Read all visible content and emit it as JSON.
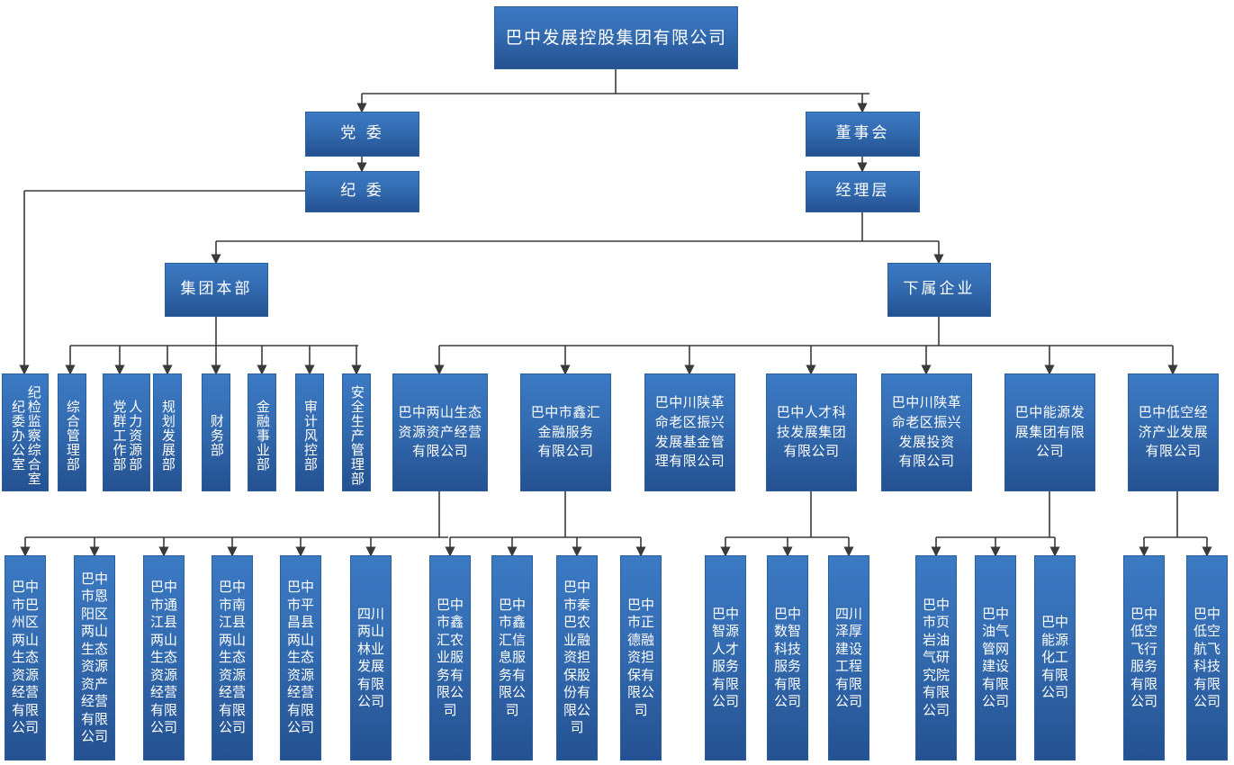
{
  "colors": {
    "node_top": "#3c7ac4",
    "node_bottom": "#245191",
    "node_border": "#2a5f9e",
    "text": "#ffffff",
    "connector": "#404040",
    "background": "#ffffff"
  },
  "root": {
    "label": "巴中发展控股集团有限公司"
  },
  "level2": {
    "party": {
      "label": "党 委"
    },
    "discipline": {
      "label": "纪 委"
    },
    "board": {
      "label": "董事会"
    },
    "management": {
      "label": "经理层"
    }
  },
  "level3": {
    "headquarters": {
      "label": "集团本部"
    },
    "subsidiaries": {
      "label": "下属企业"
    }
  },
  "departments": [
    {
      "label": "纪检监察综合室\n纪委办公室",
      "columns": 2
    },
    {
      "label": "综合管理部",
      "columns": 1
    },
    {
      "label": "人力资源部\n党群工作部",
      "columns": 2
    },
    {
      "label": "规划发展部",
      "columns": 1
    },
    {
      "label": "财务部",
      "columns": 1
    },
    {
      "label": "金融事业部",
      "columns": 1
    },
    {
      "label": "审计风控部",
      "columns": 1
    },
    {
      "label": "安全生产管理部",
      "columns": 1
    }
  ],
  "subsidiaries": [
    {
      "label": "巴中两山生态\n资源资产经营\n有限公司"
    },
    {
      "label": "巴中市鑫汇\n金融服务\n有限公司"
    },
    {
      "label": "巴中川陕革\n命老区振兴\n发展基金管\n理有限公司"
    },
    {
      "label": "巴中人才科\n技发展集团\n有限公司"
    },
    {
      "label": "巴中川陕革\n命老区振兴\n发展投资\n有限公司"
    },
    {
      "label": "巴中能源发\n展集团有限\n公司"
    },
    {
      "label": "巴中低空经\n济产业发展\n有限公司"
    }
  ],
  "grandchildren": [
    {
      "label": "巴中\n市巴\n州区\n两山\n生态\n资源\n经营\n有限\n公司",
      "parent": "巴中两山生态资源资产经营有限公司"
    },
    {
      "label": "巴中\n市恩\n阳区\n两山\n生态\n资源\n资产\n经营\n有限\n公司",
      "parent": "巴中两山生态资源资产经营有限公司"
    },
    {
      "label": "巴中\n市通\n江县\n两山\n生态\n资源\n经营\n有限\n公司",
      "parent": "巴中两山生态资源资产经营有限公司"
    },
    {
      "label": "巴中\n市南\n江县\n两山\n生态\n资源\n经营\n有限\n公司",
      "parent": "巴中两山生态资源资产经营有限公司"
    },
    {
      "label": "巴中\n市平\n昌县\n两山\n生态\n资源\n经营\n有限\n公司",
      "parent": "巴中两山生态资源资产经营有限公司"
    },
    {
      "label": "四川\n两山\n林业\n发展\n有限\n公司",
      "parent": "巴中两山生态资源资产经营有限公司"
    },
    {
      "label": "巴中\n市鑫\n汇农\n业服\n务有\n限公\n司",
      "parent": "巴中市鑫汇金融服务有限公司"
    },
    {
      "label": "巴中\n市鑫\n汇信\n息服\n务有\n限公\n司",
      "parent": "巴中市鑫汇金融服务有限公司"
    },
    {
      "label": "巴中\n市秦\n巴农\n业融\n资担\n保股\n份有\n限公\n司",
      "parent": "巴中市鑫汇金融服务有限公司"
    },
    {
      "label": "巴中\n市正\n德融\n资担\n保有\n限公\n司",
      "parent": "巴中市鑫汇金融服务有限公司"
    },
    {
      "label": "巴中\n智源\n人才\n服务\n有限\n公司",
      "parent": "巴中人才科技发展集团有限公司"
    },
    {
      "label": "巴中\n数智\n科技\n服务\n有限\n公司",
      "parent": "巴中人才科技发展集团有限公司"
    },
    {
      "label": "四川\n泽厚\n建设\n工程\n有限\n公司",
      "parent": "巴中人才科技发展集团有限公司"
    },
    {
      "label": "巴中\n市页\n岩油\n气研\n究院\n有限\n公司",
      "parent": "巴中能源发展集团有限公司"
    },
    {
      "label": "巴中\n油气\n管网\n建设\n有限\n公司",
      "parent": "巴中能源发展集团有限公司"
    },
    {
      "label": "巴中\n能源\n化工\n有限\n公司",
      "parent": "巴中能源发展集团有限公司"
    },
    {
      "label": "巴中\n低空\n飞行\n服务\n有限\n公司",
      "parent": "巴中低空经济产业发展有限公司"
    },
    {
      "label": "巴中\n低空\n航飞\n科技\n有限\n公司",
      "parent": "巴中低空经济产业发展有限公司"
    }
  ]
}
